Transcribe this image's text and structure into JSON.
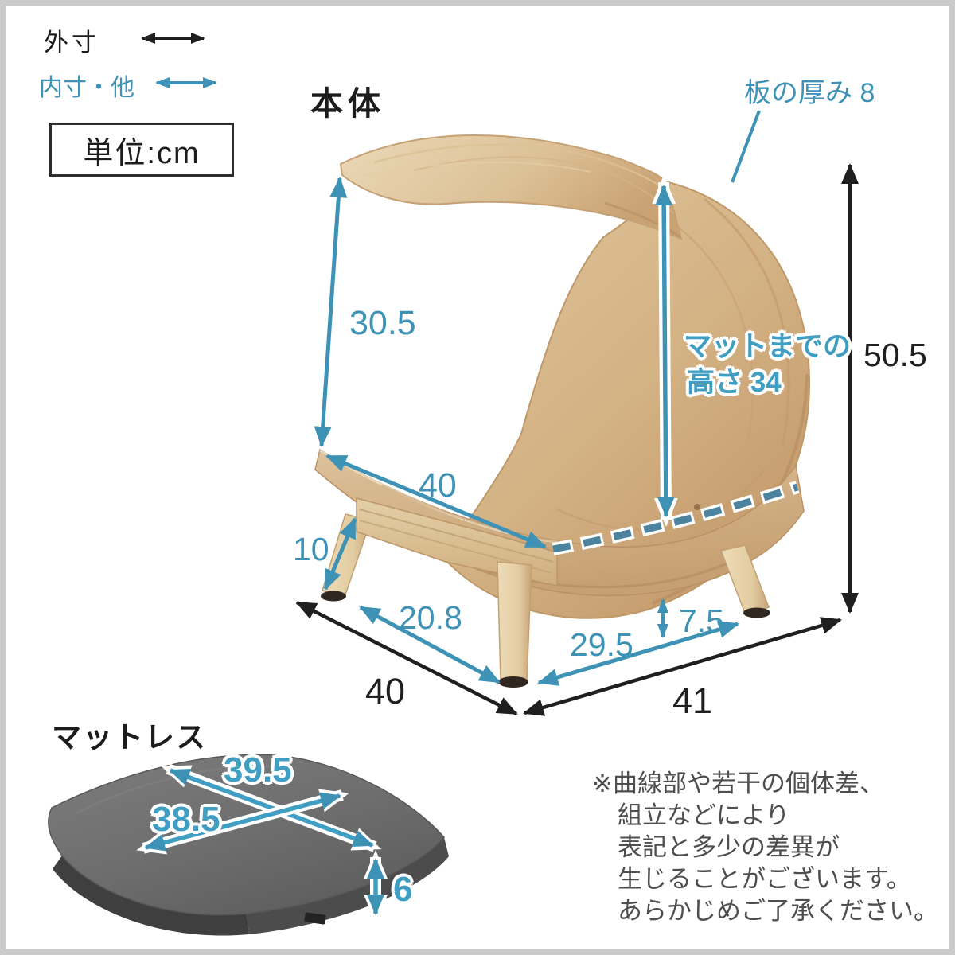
{
  "legend": {
    "outer_label": "外寸",
    "inner_label": "内寸・他",
    "unit_label": "単位:cm"
  },
  "body": {
    "title": "本体",
    "board_thickness": "板の厚み 8",
    "opening_height": "30.5",
    "mat_height_line1": "マットまでの",
    "mat_height_line2": "高さ 34",
    "total_height": "50.5",
    "opening_width": "40",
    "leg_height": "10",
    "leg_span": "20.8",
    "inner_bottom_depth": "29.5",
    "bottom_clearance": "7.5",
    "outer_depth": "40",
    "outer_width": "41"
  },
  "mattress": {
    "title": "マットレス",
    "length": "39.5",
    "width": "38.5",
    "thickness": "6"
  },
  "disclaimer": {
    "lines": [
      "※曲線部や若干の個体差、",
      "組立などにより",
      "表記と多少の差異が",
      "生じることがございます。",
      "あらかじめご了承ください。"
    ]
  },
  "colors": {
    "dimension_blue": "#3d92b5",
    "dimension_black": "#1f1f1f",
    "dash_blue": "#4c84a0",
    "wood_light": "#e8d3af",
    "wood_mid": "#d3b388",
    "wood_dark": "#bb9164",
    "leg_wood": "#e7d3ab",
    "foot_cap": "#2e2620",
    "mattress_gray": "#6e6e6e",
    "mattress_side": "#4c4c4c",
    "frame_gray": "#cbcbcb",
    "disclaimer_gray": "#4e4e4e"
  }
}
